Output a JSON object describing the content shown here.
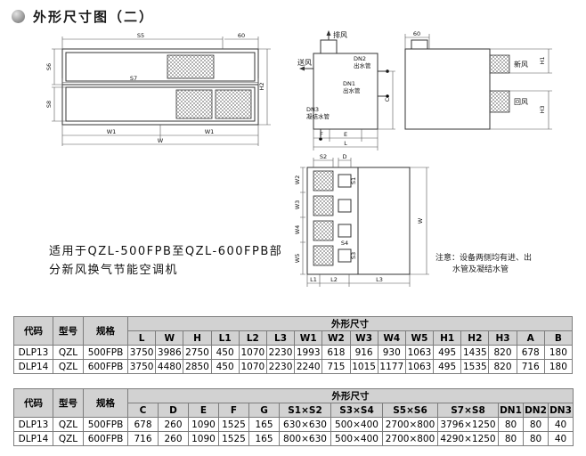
{
  "page": {
    "title": "外形尺寸图（二）"
  },
  "notes": {
    "applicability_line1": "适用于QZL-500FPB至QZL-600FPB部",
    "applicability_line2": "分新风换气节能空调机",
    "caution_line1": "注意：设备两侧均有进、出",
    "caution_line2": "水管及凝结水管"
  },
  "drawing": {
    "front": {
      "s5": "S5",
      "s6": "S6",
      "s7": "S7",
      "s8": "S8",
      "w1a": "W1",
      "w1b": "W1",
      "w": "W",
      "h2": "H2",
      "d60": "60"
    },
    "side": {
      "exhaust": "排风",
      "supply": "送风",
      "dn2": "DN2",
      "dn2_pipe": "出水管",
      "dn1": "DN1",
      "dn1_pipe": "出水管",
      "dn3": "DN3",
      "dn3_pipe": "凝结水管",
      "c": "C",
      "f": "F",
      "e": "E",
      "l": "L"
    },
    "end": {
      "d60": "60",
      "h1": "H1",
      "fresh": "新风",
      "ret": "回风",
      "h3": "H3"
    },
    "plan": {
      "s2": "S2",
      "d": "D",
      "s1": "S1",
      "s3": "S3",
      "s4": "S4",
      "w2": "W2",
      "w3": "W3",
      "w4": "W4",
      "w5": "W5",
      "w": "W",
      "l1": "L1",
      "l2": "L2",
      "l3": "L3"
    }
  },
  "table1": {
    "header_group": "外形尺寸",
    "fixed_headers": [
      "代码",
      "型号",
      "规格"
    ],
    "dim_headers": [
      "L",
      "W",
      "H",
      "L1",
      "L2",
      "L3",
      "W1",
      "W2",
      "W3",
      "W4",
      "W5",
      "H1",
      "H2",
      "H3",
      "A",
      "B"
    ],
    "rows": [
      {
        "code": "DLP13",
        "model": "QZL",
        "spec": "500FPB",
        "values": [
          "3750",
          "3986",
          "2750",
          "450",
          "1070",
          "2230",
          "1993",
          "618",
          "916",
          "930",
          "1063",
          "495",
          "1435",
          "820",
          "678",
          "180"
        ]
      },
      {
        "code": "DLP14",
        "model": "QZL",
        "spec": "600FPB",
        "values": [
          "3750",
          "4480",
          "2850",
          "450",
          "1070",
          "2230",
          "2240",
          "715",
          "1015",
          "1177",
          "1063",
          "495",
          "1535",
          "820",
          "716",
          "180"
        ]
      }
    ]
  },
  "table2": {
    "header_group": "外形尺寸",
    "fixed_headers": [
      "代码",
      "型号",
      "规格"
    ],
    "dim_headers": [
      "C",
      "D",
      "E",
      "F",
      "G",
      "S1×S2",
      "S3×S4",
      "S5×S6",
      "S7×S8",
      "DN1",
      "DN2",
      "DN3"
    ],
    "rows": [
      {
        "code": "DLP13",
        "model": "QZL",
        "spec": "500FPB",
        "values": [
          "678",
          "260",
          "1090",
          "1525",
          "165",
          "630×630",
          "500×400",
          "2700×800",
          "3796×1250",
          "80",
          "80",
          "40"
        ]
      },
      {
        "code": "DLP14",
        "model": "QZL",
        "spec": "600FPB",
        "values": [
          "716",
          "260",
          "1090",
          "1525",
          "165",
          "800×630",
          "500×400",
          "2700×800",
          "4290×1250",
          "80",
          "80",
          "40"
        ]
      }
    ]
  }
}
